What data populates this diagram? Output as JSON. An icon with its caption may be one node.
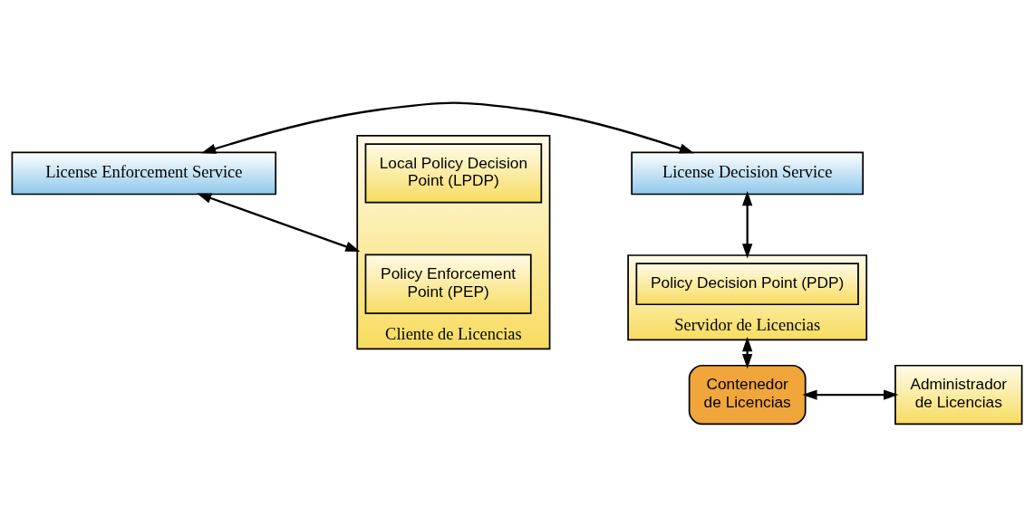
{
  "diagram": {
    "nodes": [
      {
        "text": [
          "License Enforcement Service"
        ]
      },
      {
        "text": [
          "License Decision Service"
        ]
      },
      {
        "text": [
          "Cliente de Licencias"
        ]
      },
      {
        "text": [
          "Policy Enforcement Point (PEP)"
        ],
        "in": 2
      },
      {
        "text": [
          "Local Policy Decision Point (LPDP)"
        ],
        "in": 2
      },
      {
        "text": [
          "Servidor de Licencias"
        ]
      },
      {
        "text": [
          "Policy Decision Point (PDP)"
        ],
        "in": 5
      },
      {
        "text": [
          "Contenedor de Licencias"
        ]
      },
      {
        "text": [
          "Administrador de Licencias"
        ]
      }
    ],
    "edges": [
      {
        "from": 0,
        "to": 1,
        "arrow": "both"
      },
      {
        "from": 0,
        "to": 2,
        "arrow": "both"
      },
      {
        "from": 1,
        "to": 5,
        "arrow": "both"
      },
      {
        "from": 5,
        "to": 7,
        "arrow": "both"
      },
      {
        "from": 7,
        "to": 8,
        "arrow": "both"
      }
    ]
  }
}
